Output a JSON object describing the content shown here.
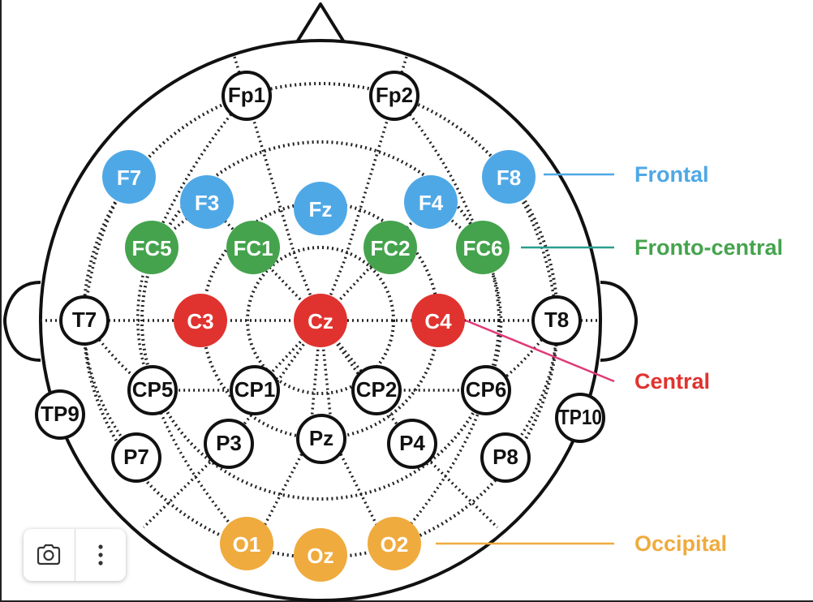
{
  "colors": {
    "frontal": "#4fa8e6",
    "fronto_central": "#45a34d",
    "central": "#e0332f",
    "occipital": "#efab3e",
    "neutral_fill": "#ffffff",
    "stroke": "#111111",
    "central_line": "#e03a78",
    "fronto_central_line": "#2a9d8f"
  },
  "regions": {
    "frontal": "Frontal",
    "fronto_central": "Fronto-central",
    "central": "Central",
    "occipital": "Occipital"
  },
  "electrodes": {
    "fp1": "Fp1",
    "fp2": "Fp2",
    "f7": "F7",
    "f3": "F3",
    "fz": "Fz",
    "f4": "F4",
    "f8": "F8",
    "fc5": "FC5",
    "fc1": "FC1",
    "fc2": "FC2",
    "fc6": "FC6",
    "t7": "T7",
    "c3": "C3",
    "cz": "Cz",
    "c4": "C4",
    "t8": "T8",
    "tp9": "TP9",
    "cp5": "CP5",
    "cp1": "CP1",
    "cp2": "CP2",
    "cp6": "CP6",
    "tp10": "TP10",
    "p7": "P7",
    "p3": "P3",
    "pz": "Pz",
    "p4": "P4",
    "p8": "P8",
    "o1": "O1",
    "oz": "Oz",
    "o2": "O2"
  },
  "toolbar": {
    "camera_icon": "camera-icon",
    "more_icon": "more-vertical-icon"
  }
}
